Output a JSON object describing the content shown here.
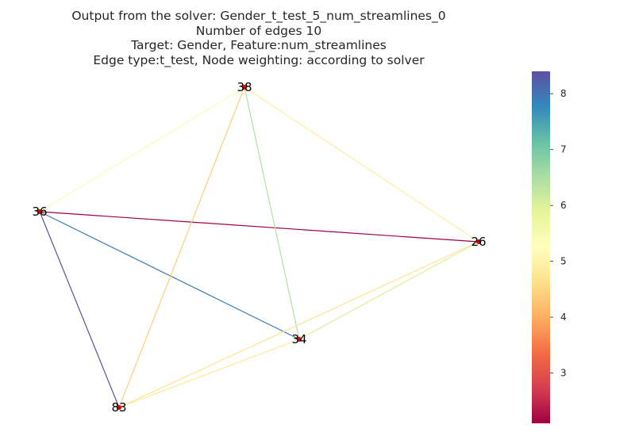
{
  "title": {
    "lines": [
      "Output from the solver: Gender_t_test_5_num_streamlines_0",
      "Number of edges 10",
      "Target: Gender, Feature:num_streamlines",
      "Edge type:t_test, Node weighting: according to solver"
    ]
  },
  "graph": {
    "nodes": [
      {
        "id": "38",
        "label": "38"
      },
      {
        "id": "36",
        "label": "36"
      },
      {
        "id": "26",
        "label": "26"
      },
      {
        "id": "34",
        "label": "34"
      },
      {
        "id": "83",
        "label": "83"
      }
    ],
    "edges": [
      {
        "source": "36",
        "target": "26",
        "value": 2.1
      },
      {
        "source": "36",
        "target": "83",
        "value": 8.4
      },
      {
        "source": "36",
        "target": "34",
        "value": 7.9
      },
      {
        "source": "38",
        "target": "36",
        "value": 5.4
      },
      {
        "source": "38",
        "target": "26",
        "value": 4.9
      },
      {
        "source": "38",
        "target": "83",
        "value": 4.4
      },
      {
        "source": "38",
        "target": "34",
        "value": 6.4
      },
      {
        "source": "26",
        "target": "34",
        "value": 6.0
      },
      {
        "source": "26",
        "target": "83",
        "value": 4.7
      },
      {
        "source": "34",
        "target": "83",
        "value": 4.8
      }
    ],
    "node_color": "#dd0000"
  },
  "colorbar": {
    "colormap": "Spectral",
    "vmin": 2.1,
    "vmax": 8.4,
    "ticks": [
      "3",
      "4",
      "5",
      "6",
      "7",
      "8"
    ]
  }
}
